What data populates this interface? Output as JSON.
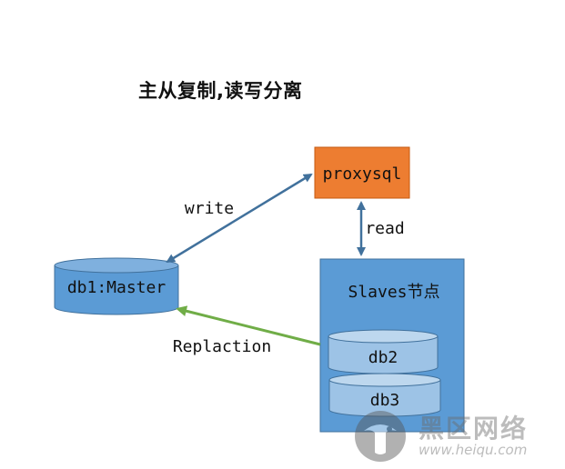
{
  "title": "主从复制,读写分离",
  "nodes": {
    "proxysql": {
      "label": "proxysql",
      "fill": "#ED7D31"
    },
    "master": {
      "label": "db1:Master",
      "fill": "#5B9BD5"
    },
    "slaves": {
      "label": "Slaves节点",
      "fill": "#5B9BD5"
    },
    "db2": {
      "label": "db2",
      "fill": "#9DC3E6"
    },
    "db3": {
      "label": "db3",
      "fill": "#9DC3E6"
    }
  },
  "edges": {
    "write": {
      "label": "write",
      "color": "#41719C"
    },
    "read": {
      "label": "read",
      "color": "#41719C"
    },
    "replication": {
      "label": "Replaction",
      "color": "#70AD47"
    }
  },
  "watermark": {
    "text": "黑区网络",
    "url": "www.heiqu.com"
  }
}
